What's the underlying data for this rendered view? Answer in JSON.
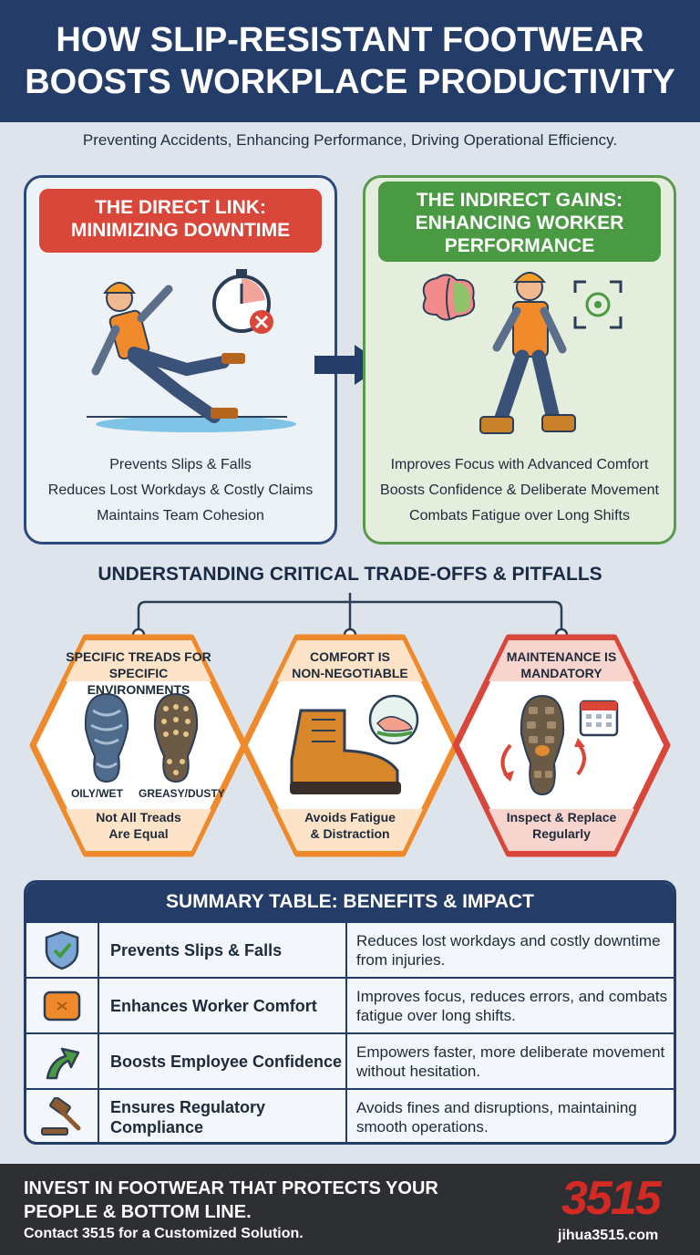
{
  "header": {
    "title_line1": "HOW SLIP-RESISTANT FOOTWEAR",
    "title_line2": "BOOSTS WORKPLACE PRODUCTIVITY"
  },
  "subtitle": "Preventing Accidents, Enhancing Performance, Driving Operational Efficiency.",
  "direct": {
    "title_line1": "THE DIRECT LINK:",
    "title_line2": "MINIMIZING DOWNTIME",
    "points": [
      "Prevents Slips & Falls",
      "Reduces Lost Workdays & Costly Claims",
      "Maintains Team Cohesion"
    ]
  },
  "indirect": {
    "title_line1": "THE INDIRECT GAINS:",
    "title_line2": "ENHANCING WORKER",
    "title_line3": "PERFORMANCE",
    "points": [
      "Improves Focus with Advanced Comfort",
      "Boosts Confidence & Deliberate Movement",
      "Combats Fatigue over Long Shifts"
    ]
  },
  "tradeoffs": {
    "title": "UNDERSTANDING CRITICAL TRADE-OFFS & PITFALLS",
    "items": [
      {
        "title_line1": "SPECIFIC TREADS FOR",
        "title_line2": "SPECIFIC ENVIRONMENTS",
        "tag1": "OILY/WET",
        "tag2": "GREASY/DUSTY",
        "foot_line1": "Not All Treads",
        "foot_line2": "Are Equal",
        "color": "#ef8a2c"
      },
      {
        "title_line1": "COMFORT IS",
        "title_line2": "NON-NEGOTIABLE",
        "foot_line1": "Avoids Fatigue",
        "foot_line2": "& Distraction",
        "color": "#ef8a2c"
      },
      {
        "title_line1": "MAINTENANCE IS",
        "title_line2": "MANDATORY",
        "foot_line1": "Inspect & Replace",
        "foot_line2": "Regularly",
        "color": "#d9463a"
      }
    ]
  },
  "summary": {
    "title": "SUMMARY TABLE: BENEFITS & IMPACT",
    "rows": [
      {
        "icon": "shield-check-icon",
        "benefit": "Prevents Slips & Falls",
        "impact": "Reduces lost workdays and costly downtime from injuries."
      },
      {
        "icon": "cushion-icon",
        "benefit": "Enhances Worker Comfort",
        "impact": "Improves focus, reduces errors, and combats fatigue over long shifts."
      },
      {
        "icon": "arrow-up-icon",
        "benefit": "Boosts Employee Confidence",
        "impact": "Empowers faster, more deliberate movement without hesitation."
      },
      {
        "icon": "gavel-icon",
        "benefit": "Ensures Regulatory Compliance",
        "impact": "Avoids fines and disruptions, maintaining smooth operations."
      }
    ]
  },
  "footer": {
    "cta_line1": "INVEST IN FOOTWEAR THAT PROTECTS YOUR",
    "cta_line2": "PEOPLE & BOTTOM LINE.",
    "contact": "Contact 3515 for a Customized Solution.",
    "logo": "3515",
    "website": "jihua3515.com"
  },
  "colors": {
    "navy": "#233c68",
    "red": "#d9463a",
    "green": "#4a9a44",
    "orange": "#ef8a2c"
  }
}
